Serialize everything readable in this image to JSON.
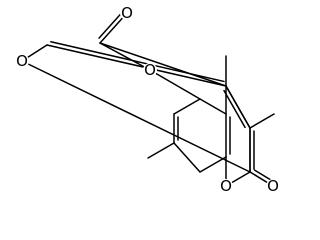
{
  "atom_labels": {
    "furan_oxygen": "O",
    "carbonyl_oxygen_ester": "O",
    "ester_oxygen": "O",
    "ring_oxygen": "O",
    "lactone_carbonyl_oxygen": "O"
  },
  "colors": {
    "bond": "#000000",
    "text": "#000000",
    "background": "#ffffff"
  }
}
